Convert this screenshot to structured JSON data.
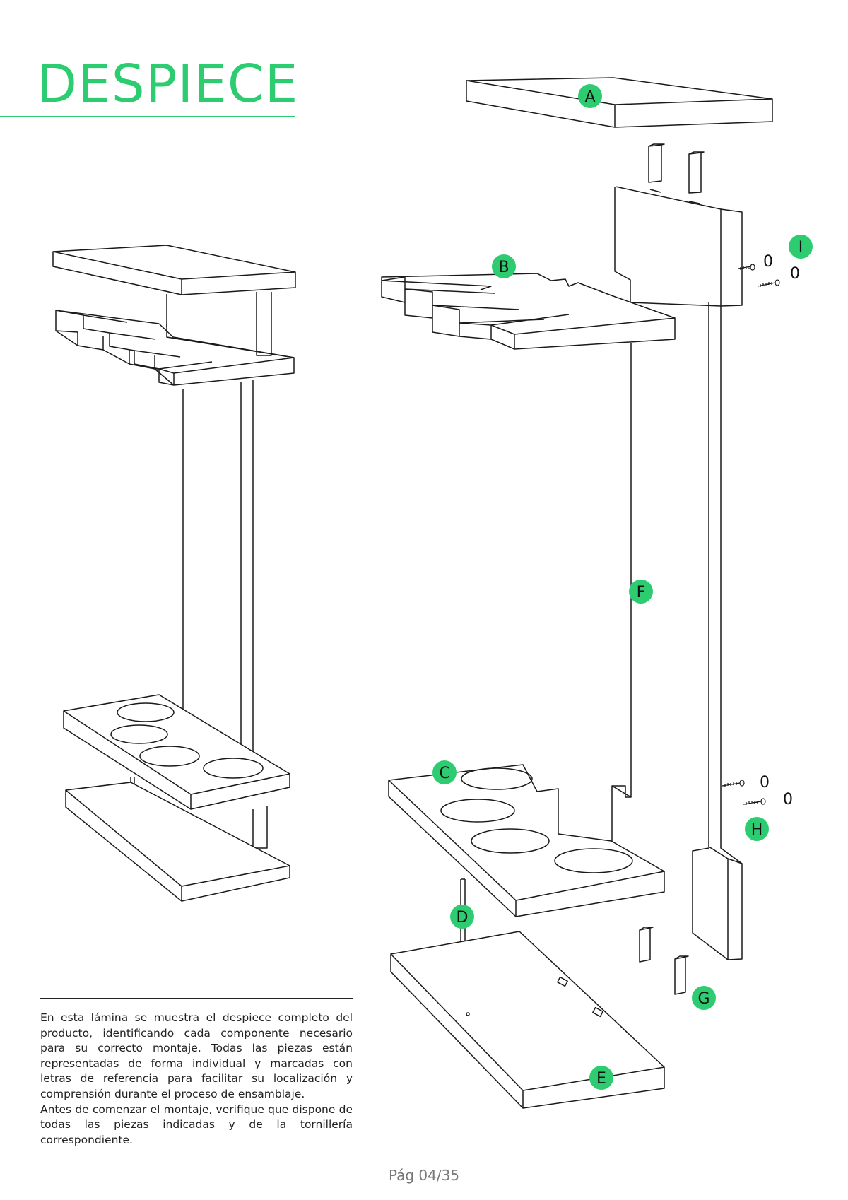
{
  "page": {
    "title": "DESPIECE",
    "accent_color": "#2ecc71",
    "description": [
      "En esta lámina se muestra el despiece completo del producto, identificando cada componente necesario para su correcto montaje. Todas las piezas están representadas de forma individual y marcadas con letras de referencia para facilitar su localización y comprensión durante el proceso de ensamblaje.",
      "Antes de comenzar el montaje, verifique que dispone de todas las piezas indicadas y de la tornillería correspondiente."
    ],
    "page_number": "Pág 04/35"
  },
  "labels": {
    "a": "A",
    "b": "B",
    "c": "C",
    "d": "D",
    "e": "E",
    "f": "F",
    "g": "G",
    "h": "H",
    "i": "I"
  },
  "screw_marks": {
    "i1": "0",
    "i2": "0",
    "h1": "0",
    "h2": "0"
  }
}
